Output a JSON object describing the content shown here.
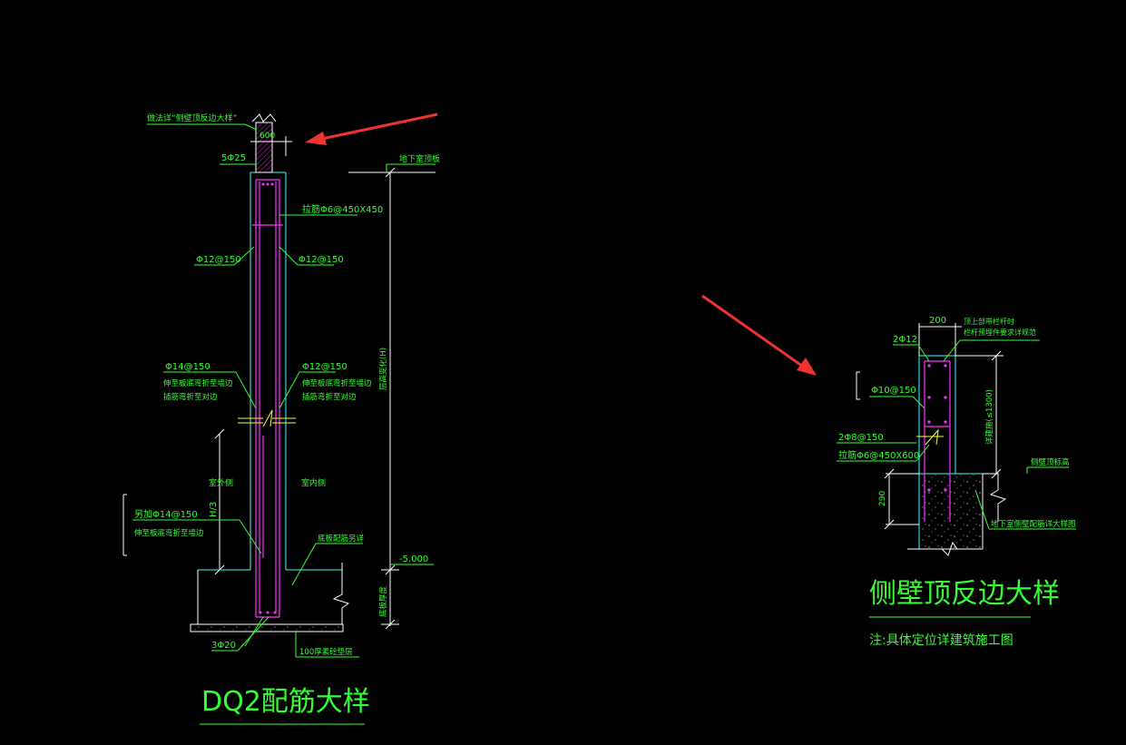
{
  "colors": {
    "background": "#000000",
    "text": "#33ff33",
    "outline": "#33ffff",
    "rebar": "#ff33ff",
    "dimension": "#ffffff",
    "break_mark": "#ffff33",
    "arrow": "#ee3333"
  },
  "left_detail": {
    "title": "DQ2配筋大样",
    "ref_note": "做法详“侧壁顶反边大样”",
    "dim_top": "600",
    "top_bars": "5Φ25",
    "slab_label": "地下室顶板",
    "stirrup": "拉筋Φ6@450X450",
    "bar_left_upper": "Φ12@150",
    "bar_right_upper": "Φ12@150",
    "bar_left_mid": "Φ14@150",
    "note_left_mid_1": "伸至板底弯折至墙边",
    "note_left_mid_2": "插筋弯折至对边",
    "bar_right_mid": "Φ12@150",
    "note_right_mid_1": "伸至板底弯折至墙边",
    "note_right_mid_2": "插筋弯折至对边",
    "height_label": "层高变化(H)",
    "exterior_side": "室外侧",
    "interior_side": "室内侧",
    "dim_h3": "H/3",
    "extra_bar": "另加Φ14@150",
    "extra_note": "伸至板底弯折至墙边",
    "footing_note": "底板配筋另详",
    "elevation": "-5.000",
    "slab_thk": "底板厚度",
    "bottom_bars": "3Φ20",
    "cushion": "100厚素砼垫层"
  },
  "right_detail": {
    "title": "侧壁顶反边大样",
    "note": "注:具体定位详建筑施工图",
    "dim_top": "200",
    "top_bars": "2Φ12",
    "note_top_1": "顶上部带栏杆时",
    "note_top_2": "栏杆预埋件要求详规范",
    "bar_vertical": "Φ10@150",
    "bar_horizontal": "2Φ8@150",
    "stirrup": "拉筋Φ6@450X600",
    "height_dim": "详建施(≤1300)",
    "level_label": "侧壁顶标高",
    "dim_bottom": "290",
    "wall_note": "地下室侧壁配筋详大样图"
  }
}
